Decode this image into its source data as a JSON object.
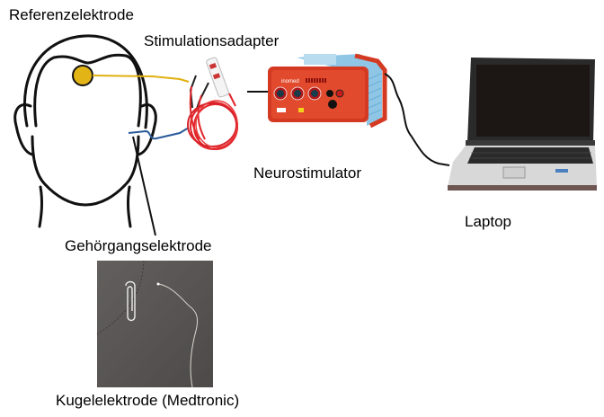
{
  "labels": {
    "reference_electrode": "Referenzelektrode",
    "stimulation_adapter": "Stimulationsadapter",
    "neurostimulator": "Neurostimulator",
    "laptop": "Laptop",
    "ear_canal_electrode": "Gehörgangselektrode",
    "ball_electrode": "Kugelelektrode (Medtronic)"
  },
  "device": {
    "brand": "inomed"
  },
  "colors": {
    "reference_wire": "#e0b010",
    "reference_dot": "#e2b416",
    "ear_wire": "#2a5a9a",
    "cable_red": "#e2262c",
    "stimulator_body": "#d43a22",
    "stimulator_side": "#8fc6e6",
    "photo_bg": "#5a5755"
  }
}
